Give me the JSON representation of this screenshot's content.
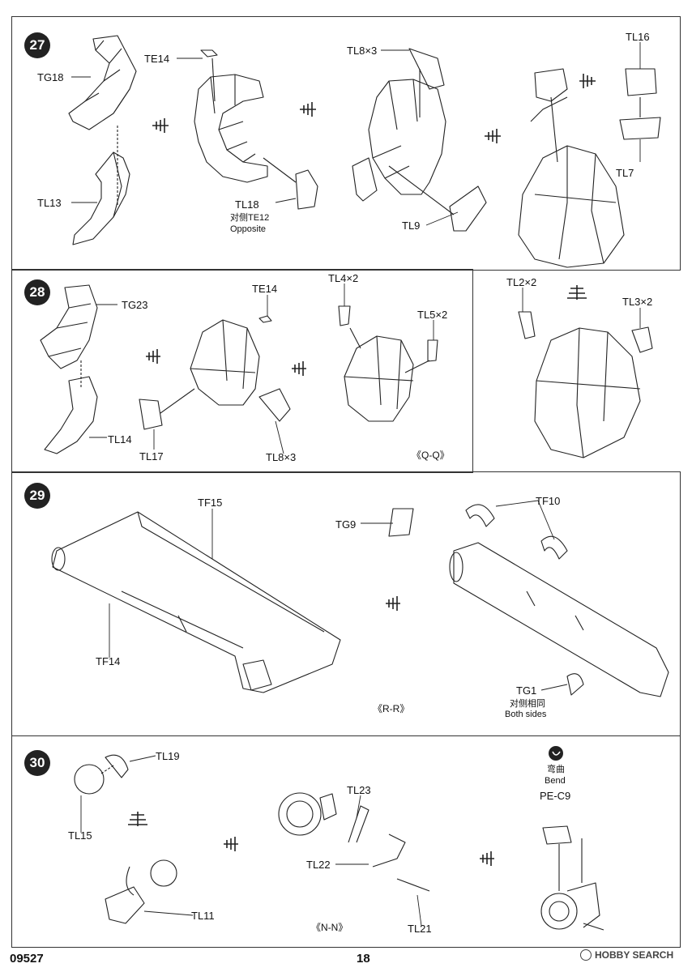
{
  "footer": {
    "code": "09527",
    "page": "18",
    "watermark": "HOBBY SEARCH"
  },
  "step27": {
    "number": "27",
    "labels": {
      "tg18": "TG18",
      "tl13": "TL13",
      "te14": "TE14",
      "tl18": "TL18",
      "tl18_note_cn": "对侧TE12",
      "tl18_note_en": "Opposite",
      "tl8": "TL8×3",
      "tl9": "TL9",
      "tl16": "TL16",
      "tl7": "TL7"
    }
  },
  "step28": {
    "number": "28",
    "labels": {
      "tg23": "TG23",
      "tl14": "TL14",
      "te14": "TE14",
      "tl17": "TL17",
      "tl8": "TL8×3",
      "tl4": "TL4×2",
      "tl5": "TL5×2",
      "tl2": "TL2×2",
      "tl3": "TL3×2"
    },
    "view": "《Q-Q》"
  },
  "step29": {
    "number": "29",
    "labels": {
      "tf15": "TF15",
      "tf14": "TF14",
      "tg9": "TG9",
      "tf10": "TF10",
      "tg1": "TG1",
      "tg1_note_cn": "对侧相同",
      "tg1_note_en": "Both sides"
    },
    "view": "《R-R》"
  },
  "step30": {
    "number": "30",
    "labels": {
      "tl19": "TL19",
      "tl15": "TL15",
      "tl11": "TL11",
      "tl23": "TL23",
      "tl22": "TL22",
      "tl21": "TL21",
      "bend_cn": "弯曲",
      "bend_en": "Bend",
      "pec9": "PE-C9"
    },
    "view": "《N-N》"
  }
}
